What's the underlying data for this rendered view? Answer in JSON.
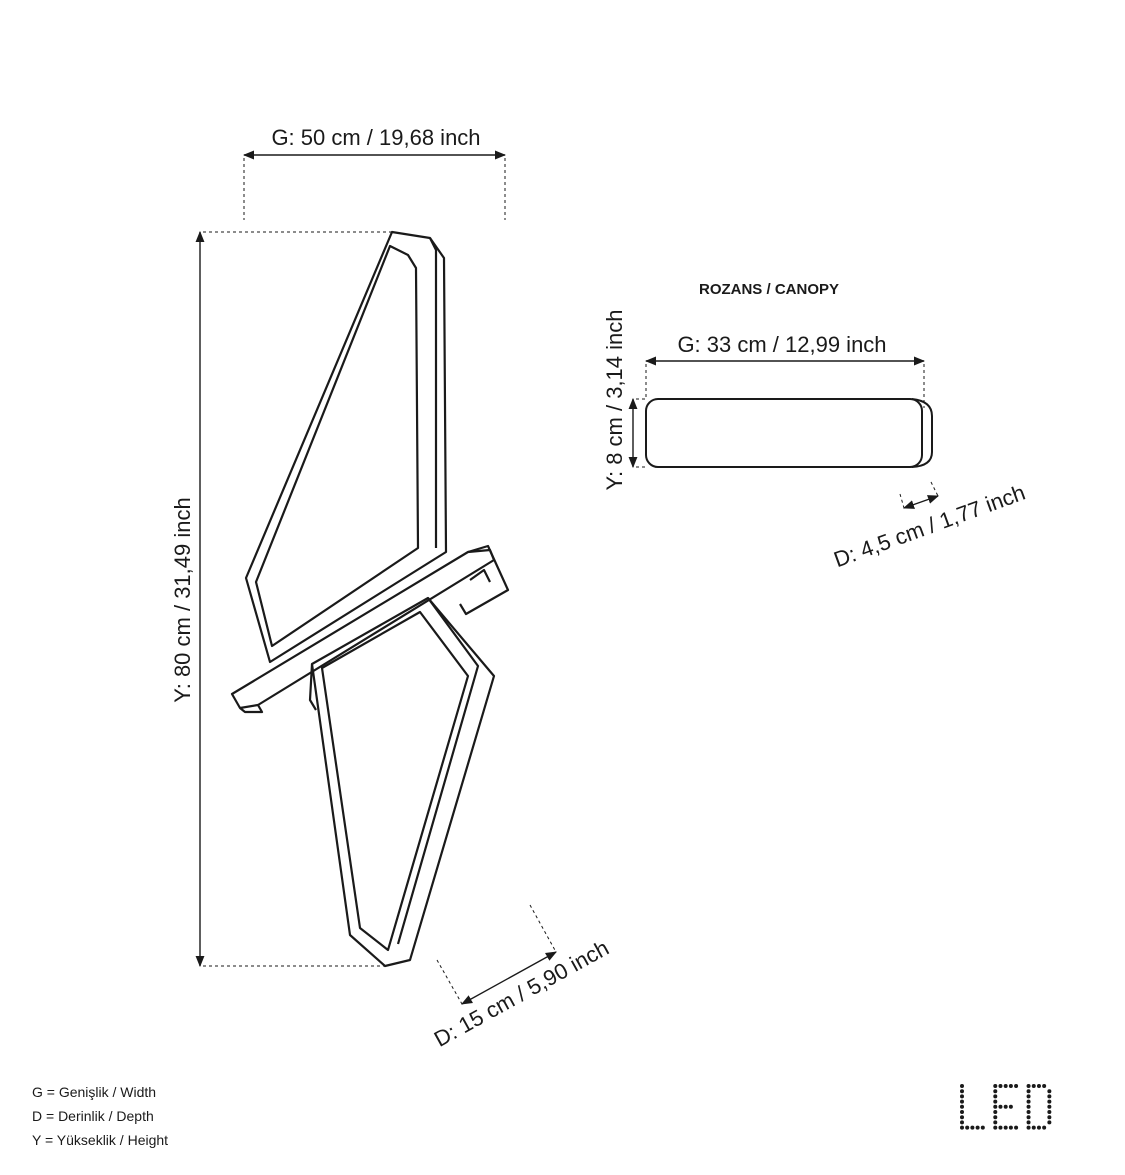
{
  "main_lamp": {
    "width_label": "G: 50 cm / 19,68 inch",
    "height_label": "Y: 80 cm / 31,49 inch",
    "depth_label": "D: 15 cm / 5,90 inch"
  },
  "canopy": {
    "title": "ROZANS / CANOPY",
    "width_label": "G: 33 cm / 12,99 inch",
    "height_label": "Y: 8 cm / 3,14 inch",
    "depth_label": "D: 4,5 cm / 1,77 inch"
  },
  "legend": [
    "G = Genişlik / Width",
    "D = Derinlik / Depth",
    "Y = Yükseklik / Height"
  ],
  "logo": {
    "text": "LED"
  }
}
